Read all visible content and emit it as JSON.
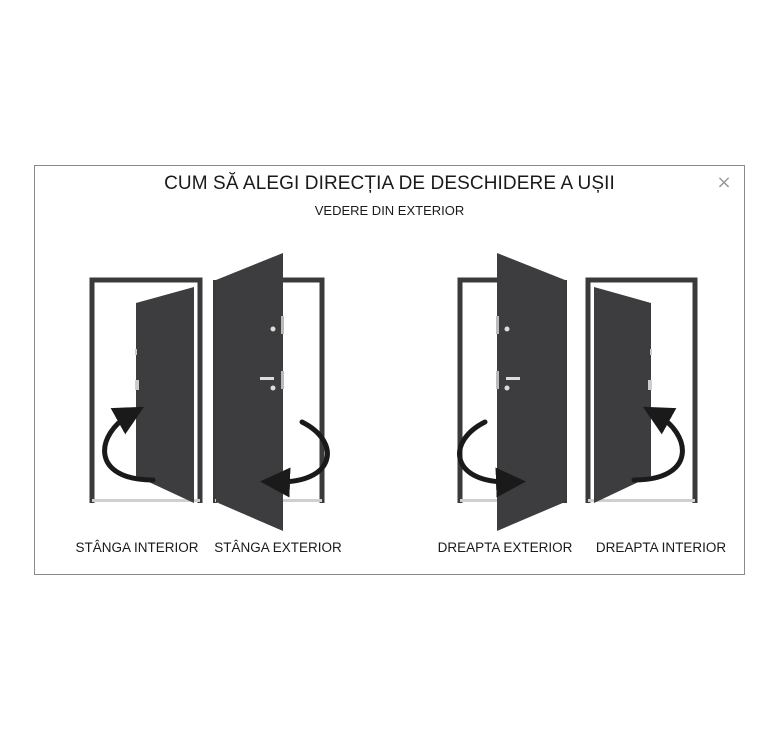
{
  "modal": {
    "title": "CUM SĂ ALEGI DIRECȚIA DE DESCHIDERE A UȘII",
    "subtitle": "VEDERE DIN EXTERIOR",
    "close_label": "×"
  },
  "doors": [
    {
      "id": "stanga-interior",
      "label": "STÂNGA INTERIOR"
    },
    {
      "id": "stanga-exterior",
      "label": "STÂNGA EXTERIOR"
    },
    {
      "id": "dreapta-exterior",
      "label": "DREAPTA EXTERIOR"
    },
    {
      "id": "dreapta-interior",
      "label": "DREAPTA INTERIOR"
    }
  ],
  "colors": {
    "door": "#3d3d3f",
    "frame": "#3a3a3c",
    "arrow": "#1a1a1a",
    "border": "#8a8a8a"
  }
}
